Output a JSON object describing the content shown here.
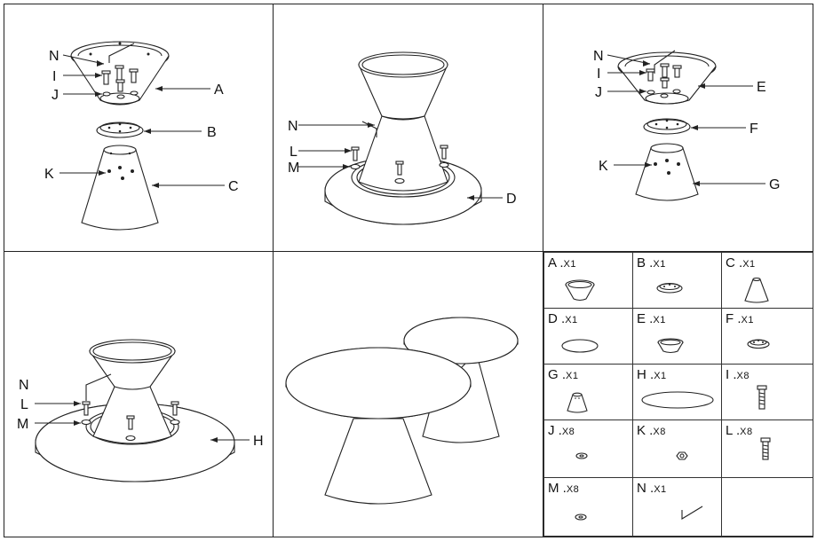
{
  "steps": {
    "step1": {
      "labels": [
        "N",
        "I",
        "J",
        "K",
        "A",
        "B",
        "C"
      ]
    },
    "step2": {
      "labels": [
        "N",
        "L",
        "M",
        "D"
      ]
    },
    "step3": {
      "labels": [
        "N",
        "I",
        "J",
        "K",
        "E",
        "F",
        "G"
      ]
    },
    "step4": {
      "labels": [
        "N",
        "L",
        "M",
        "H"
      ]
    }
  },
  "parts": [
    {
      "letter": "A",
      "qty": "X1",
      "icon": "small-cone-bowl-icon"
    },
    {
      "letter": "B",
      "qty": "X1",
      "icon": "mounting-plate-icon"
    },
    {
      "letter": "C",
      "qty": "X1",
      "icon": "cone-base-icon"
    },
    {
      "letter": "D",
      "qty": "X1",
      "icon": "small-tabletop-icon"
    },
    {
      "letter": "E",
      "qty": "X1",
      "icon": "bowl-icon"
    },
    {
      "letter": "F",
      "qty": "X1",
      "icon": "mounting-plate-icon"
    },
    {
      "letter": "G",
      "qty": "X1",
      "icon": "short-cone-base-icon"
    },
    {
      "letter": "H",
      "qty": "X1",
      "icon": "large-tabletop-icon"
    },
    {
      "letter": "I",
      "qty": "X8",
      "icon": "long-bolt-icon"
    },
    {
      "letter": "J",
      "qty": "X8",
      "icon": "washer-icon"
    },
    {
      "letter": "K",
      "qty": "X8",
      "icon": "nut-icon"
    },
    {
      "letter": "L",
      "qty": "X8",
      "icon": "bolt-icon"
    },
    {
      "letter": "M",
      "qty": "X8",
      "icon": "washer-icon"
    },
    {
      "letter": "N",
      "qty": "X1",
      "icon": "allen-key-icon"
    }
  ]
}
